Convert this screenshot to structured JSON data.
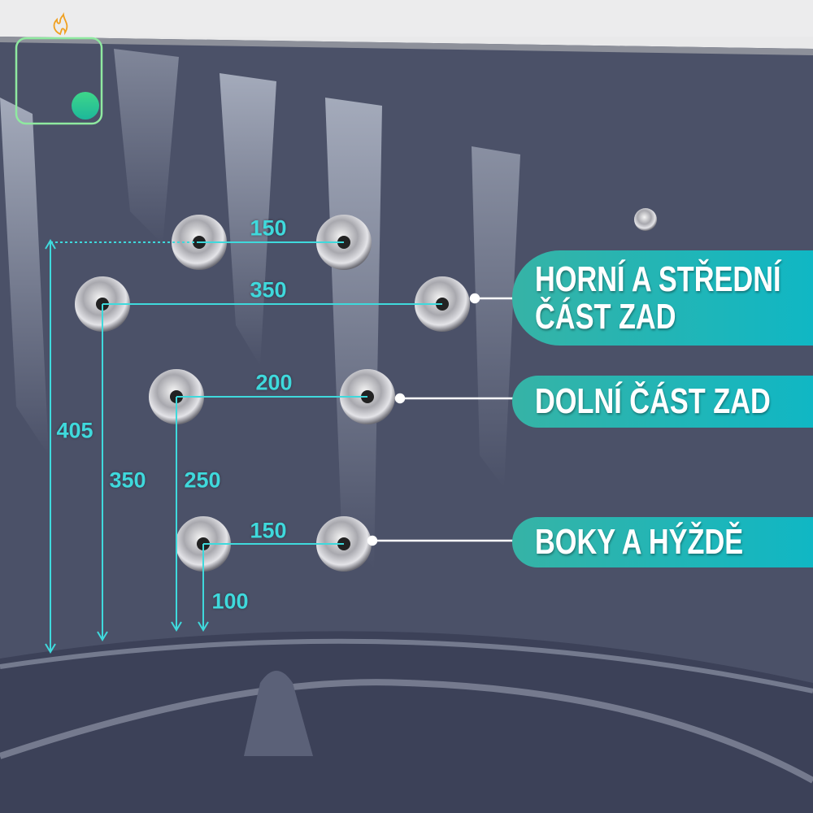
{
  "labels": {
    "upper_back_line1": "HORNÍ A STŘEDNÍ",
    "upper_back_line2": "ČÁST ZAD",
    "lower_back": "DOLNÍ ČÁST ZAD",
    "hips": "BOKY A HÝŽDĚ"
  },
  "dimensions": {
    "top_pair": "150",
    "upper_pair": "350",
    "middle_pair": "200",
    "bottom_pair": "150",
    "total_height": "405",
    "upper_height": "350",
    "middle_height": "250",
    "bottom_height": "100"
  },
  "colors": {
    "accent": "#3fd9dc",
    "pill_start": "#36b3a6",
    "pill_end": "#10b7c4",
    "tub": "#4b5168"
  },
  "logo": {
    "icon": "flame-icon"
  }
}
